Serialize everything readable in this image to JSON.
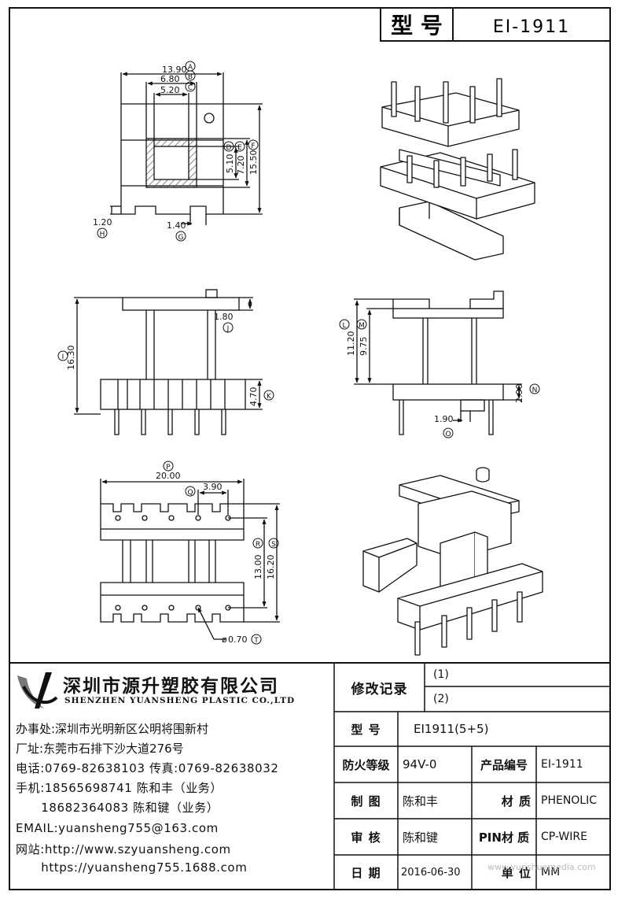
{
  "header": {
    "model_label": "型 号",
    "model_value": "EI-1911"
  },
  "dims": {
    "A": "13.90",
    "B": "6.80",
    "C": "5.20",
    "D": "5.10",
    "E": "7.20",
    "F": "15.50",
    "G": "1.40",
    "H": "1.20",
    "I": "16.30",
    "J": "1.80",
    "K": "4.70",
    "L": "11.20",
    "M": "9.75",
    "N": "2.90",
    "O": "1.90",
    "P": "20.00",
    "Q": "3.90",
    "R": "13.00",
    "S": "16.20",
    "T": "0.70"
  },
  "tags": {
    "A": "A",
    "B": "B",
    "C": "C",
    "D": "D",
    "E": "E",
    "F": "F",
    "G": "G",
    "H": "H",
    "I": "I",
    "J": "J",
    "K": "K",
    "L": "L",
    "M": "M",
    "N": "N",
    "O": "O",
    "P": "P",
    "Q": "Q",
    "R": "R",
    "S": "S",
    "T": "T"
  },
  "diameter_symbol": "ø",
  "company": {
    "name_cn": "深圳市源升塑胶有限公司",
    "name_en": "SHENZHEN YUANSHENG PLASTIC CO.,LTD",
    "lines": [
      "办事处:深圳市光明新区公明将围新村",
      "厂址:东莞市石排下沙大道276号",
      "电话:0769-82638103 传真:0769-82638032",
      "手机:18565698741 陈和丰（业务）",
      "      18682364083 陈和键（业务）",
      "EMAIL:yuansheng755@163.com",
      "网站:http://www.szyuansheng.com",
      "      https://yuansheng755.1688.com"
    ]
  },
  "revision": {
    "label": "修改记录",
    "rows": [
      "(1)",
      "(2)"
    ]
  },
  "spec": {
    "model_label": "型 号",
    "model_value": "EI1911(5+5)",
    "fire_label": "防火等级",
    "fire_value": "94V-0",
    "code_label": "产品编号",
    "code_value": "EI-1911",
    "draw_label": "制 图",
    "draw_value": "陈和丰",
    "material_label": "材 质",
    "material_value": "PHENOLIC",
    "check_label": "审 核",
    "check_value": "陈和键",
    "pin_label": "PIN材 质",
    "pin_value": "CP-WIRE",
    "date_label": "日 期",
    "date_value": "2016-06-30",
    "unit_label": "单 位",
    "unit_value": "MM"
  },
  "watermark": "www.yunshuemedia.com",
  "colors": {
    "line": "#111111",
    "hatch": "#555555",
    "paper": "#ffffff"
  }
}
